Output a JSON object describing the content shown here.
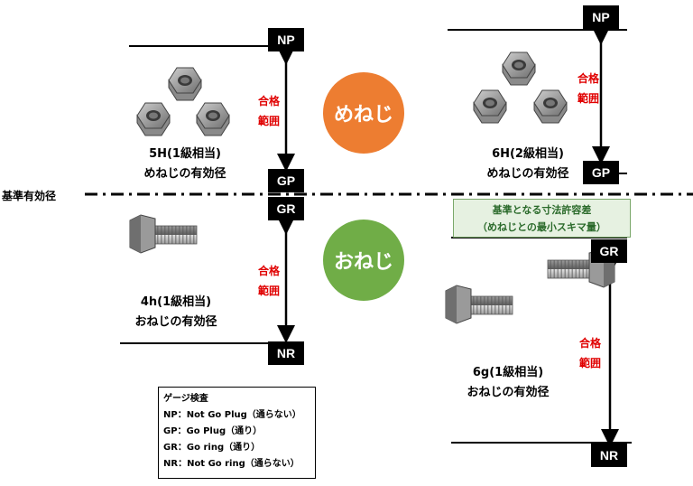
{
  "basis_label": "基準有効径",
  "circles": {
    "female": {
      "label": "めねじ",
      "color": "#ed7d31"
    },
    "male": {
      "label": "おねじ",
      "color": "#70ad47"
    }
  },
  "gauges": {
    "np_left": "NP",
    "gp_left": "GP",
    "gr_left": "GR",
    "nr_left": "NR",
    "np_right": "NP",
    "gp_right": "GP",
    "gr_right": "GR",
    "nr_right": "NR"
  },
  "range_label": {
    "line1": "合格",
    "line2": "範囲"
  },
  "captions": {
    "left_top": {
      "line1": "5H(1級相当)",
      "line2": "めねじの有効径"
    },
    "right_top": {
      "line1": "6H(2級相当)",
      "line2": "めねじの有効径"
    },
    "left_bottom": {
      "line1": "4h(1級相当)",
      "line2": "おねじの有効径"
    },
    "right_bottom": {
      "line1": "6g(1級相当)",
      "line2": "おねじの有効径"
    }
  },
  "tolerance_box": {
    "line1": "基準となる寸法許容差",
    "line2": "（めねじとの最小スキマ量）"
  },
  "legend": {
    "title": "ゲージ検査",
    "rows": [
      "NP：Not Go Plug（通らない）",
      "GP：Go Plug（通り）",
      "GR：Go ring（通り）",
      "NR：Not Go ring（通らない）"
    ]
  },
  "icons": [
    "hex-nut-icon",
    "hex-bolt-icon"
  ]
}
